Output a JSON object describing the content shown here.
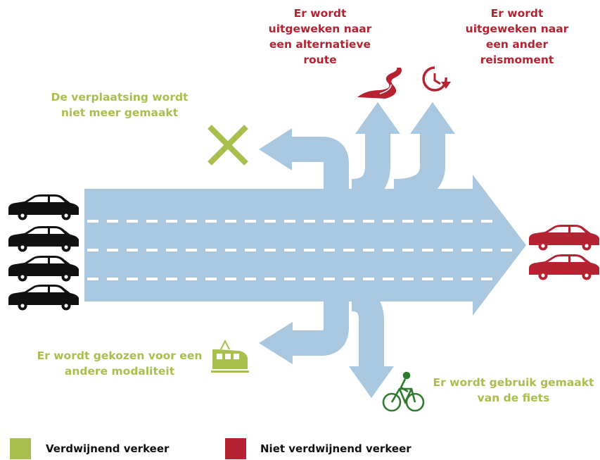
{
  "labels": {
    "alt_route": "Er wordt uitgeweken naar een alternatieve route",
    "other_time": "Er wordt uitgeweken naar een ander reismoment",
    "not_made": "De verplaatsing wordt niet meer gemaakt",
    "other_mode": "Er wordt gekozen voor een andere modaliteit",
    "bicycle": "Er wordt gebruik gemaakt van de fiets"
  },
  "legend": [
    {
      "label": "Verdwijnend verkeer",
      "color": "#a8bf4e"
    },
    {
      "label": "Niet verdwijnend verkeer",
      "color": "#b52232"
    }
  ],
  "colors": {
    "arrow": "#a9c7df",
    "green": "#a8bf4e",
    "red": "#b52232",
    "car_black": "#111111"
  },
  "icons": [
    "car-icon",
    "winding-road-icon",
    "clock-icon",
    "cross-icon",
    "train-icon",
    "bicycle-icon"
  ]
}
